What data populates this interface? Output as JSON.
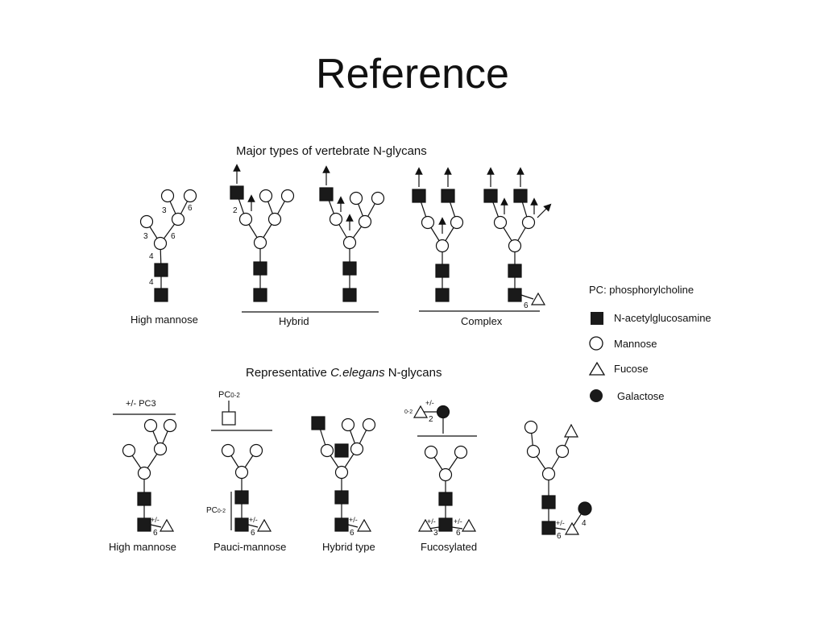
{
  "slide": {
    "title": "Reference"
  },
  "figure": {
    "vertebrate_heading": "Major types of vertebrate N-glycans",
    "celegans_heading_prefix": "Representative ",
    "celegans_heading_species": "C.elegans",
    "celegans_heading_suffix": " N-glycans",
    "vertebrate_labels": {
      "high_mannose": "High mannose",
      "hybrid": "Hybrid",
      "complex": "Complex"
    },
    "celegans_labels": {
      "high_mannose": "High mannose",
      "pauci_mannose": "Pauci-mannose",
      "hybrid_type": "Hybrid type",
      "fucosylated": "Fucosylated"
    },
    "annotations": {
      "pc3": "+/- PC3",
      "pc02": "PC",
      "pc02_sub": "0-2",
      "plusminus": "+/-",
      "link_2": "2",
      "link_3": "3",
      "link_4": "4",
      "link_6": "6",
      "zero_two": "0-2"
    }
  },
  "legend": {
    "pc_key": "PC",
    "pc_text": ": phosphorylcholine",
    "items": [
      {
        "shape": "square",
        "label": "N-acetylglucosamine"
      },
      {
        "shape": "circle",
        "label": "Mannose"
      },
      {
        "shape": "triangle",
        "label": "Fucose"
      },
      {
        "shape": "dot",
        "label": "Galactose"
      }
    ]
  }
}
